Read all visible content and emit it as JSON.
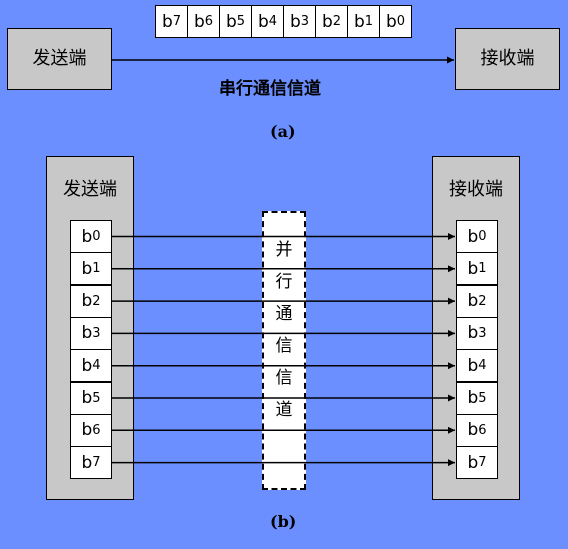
{
  "serial": {
    "sender_label": "发送端",
    "receiver_label": "接收端",
    "channel_label": "串行通信信道",
    "caption": "(a)",
    "bits": [
      {
        "base": "b",
        "sub": "7"
      },
      {
        "base": "b",
        "sub": "6"
      },
      {
        "base": "b",
        "sub": "5"
      },
      {
        "base": "b",
        "sub": "4"
      },
      {
        "base": "b",
        "sub": "3"
      },
      {
        "base": "b",
        "sub": "2"
      },
      {
        "base": "b",
        "sub": "1"
      },
      {
        "base": "b",
        "sub": "0"
      }
    ]
  },
  "parallel": {
    "sender_label": "发送端",
    "receiver_label": "接收端",
    "caption": "(b)",
    "channel_chars": [
      "并",
      "行",
      "通",
      "信",
      "信",
      "道"
    ],
    "bits": [
      {
        "base": "b",
        "sub": "0"
      },
      {
        "base": "b",
        "sub": "1"
      },
      {
        "base": "b",
        "sub": "2"
      },
      {
        "base": "b",
        "sub": "3"
      },
      {
        "base": "b",
        "sub": "4"
      },
      {
        "base": "b",
        "sub": "5"
      },
      {
        "base": "b",
        "sub": "6"
      },
      {
        "base": "b",
        "sub": "7"
      }
    ]
  },
  "colors": {
    "background": "#6b8ffe",
    "box_fill": "#c8c8c8",
    "cell_fill": "#ffffff",
    "line": "#000000"
  }
}
